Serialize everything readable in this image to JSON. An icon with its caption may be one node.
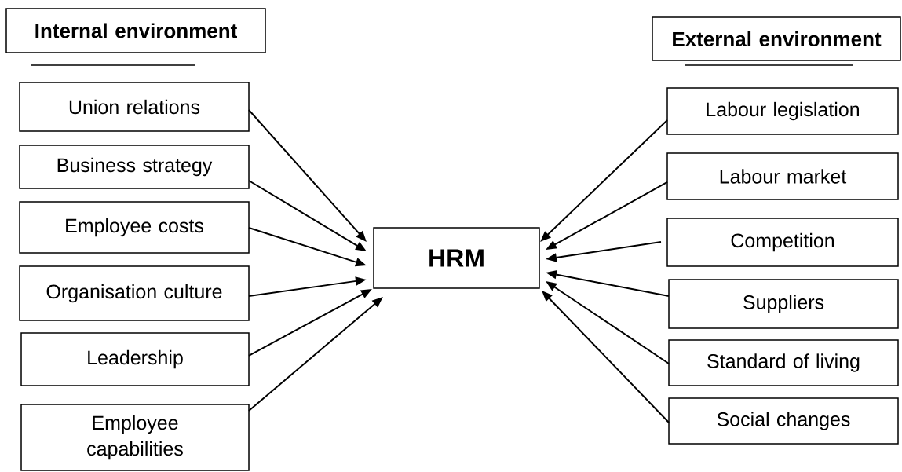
{
  "diagram": {
    "nodes": [
      {
        "text": [
          "Internal environment"
        ]
      },
      {
        "text": [
          "Union relations"
        ]
      },
      {
        "text": [
          "Business strategy"
        ]
      },
      {
        "text": [
          "Employee costs"
        ]
      },
      {
        "text": [
          "Organisation culture"
        ]
      },
      {
        "text": [
          "Leadership"
        ]
      },
      {
        "text": [
          "Employee capabilities"
        ]
      },
      {
        "text": [
          "HRM"
        ]
      },
      {
        "text": [
          "External environment"
        ]
      },
      {
        "text": [
          "Labour legislation"
        ]
      },
      {
        "text": [
          "Labour market"
        ]
      },
      {
        "text": [
          "Competition"
        ]
      },
      {
        "text": [
          "Suppliers"
        ]
      },
      {
        "text": [
          "Standard of living"
        ]
      },
      {
        "text": [
          "Social changes"
        ]
      }
    ],
    "edges": [
      {
        "from": 1,
        "to": 7,
        "arrow": "to"
      },
      {
        "from": 2,
        "to": 7,
        "arrow": "to"
      },
      {
        "from": 3,
        "to": 7,
        "arrow": "to"
      },
      {
        "from": 4,
        "to": 7,
        "arrow": "to"
      },
      {
        "from": 5,
        "to": 7,
        "arrow": "to"
      },
      {
        "from": 6,
        "to": 7,
        "arrow": "to"
      },
      {
        "from": 9,
        "to": 7,
        "arrow": "to"
      },
      {
        "from": 10,
        "to": 7,
        "arrow": "to"
      },
      {
        "from": 11,
        "to": 7,
        "arrow": "to"
      },
      {
        "from": 12,
        "to": 7,
        "arrow": "to"
      },
      {
        "from": 13,
        "to": 7,
        "arrow": "to"
      },
      {
        "from": 14,
        "to": 7,
        "arrow": "to"
      }
    ]
  }
}
